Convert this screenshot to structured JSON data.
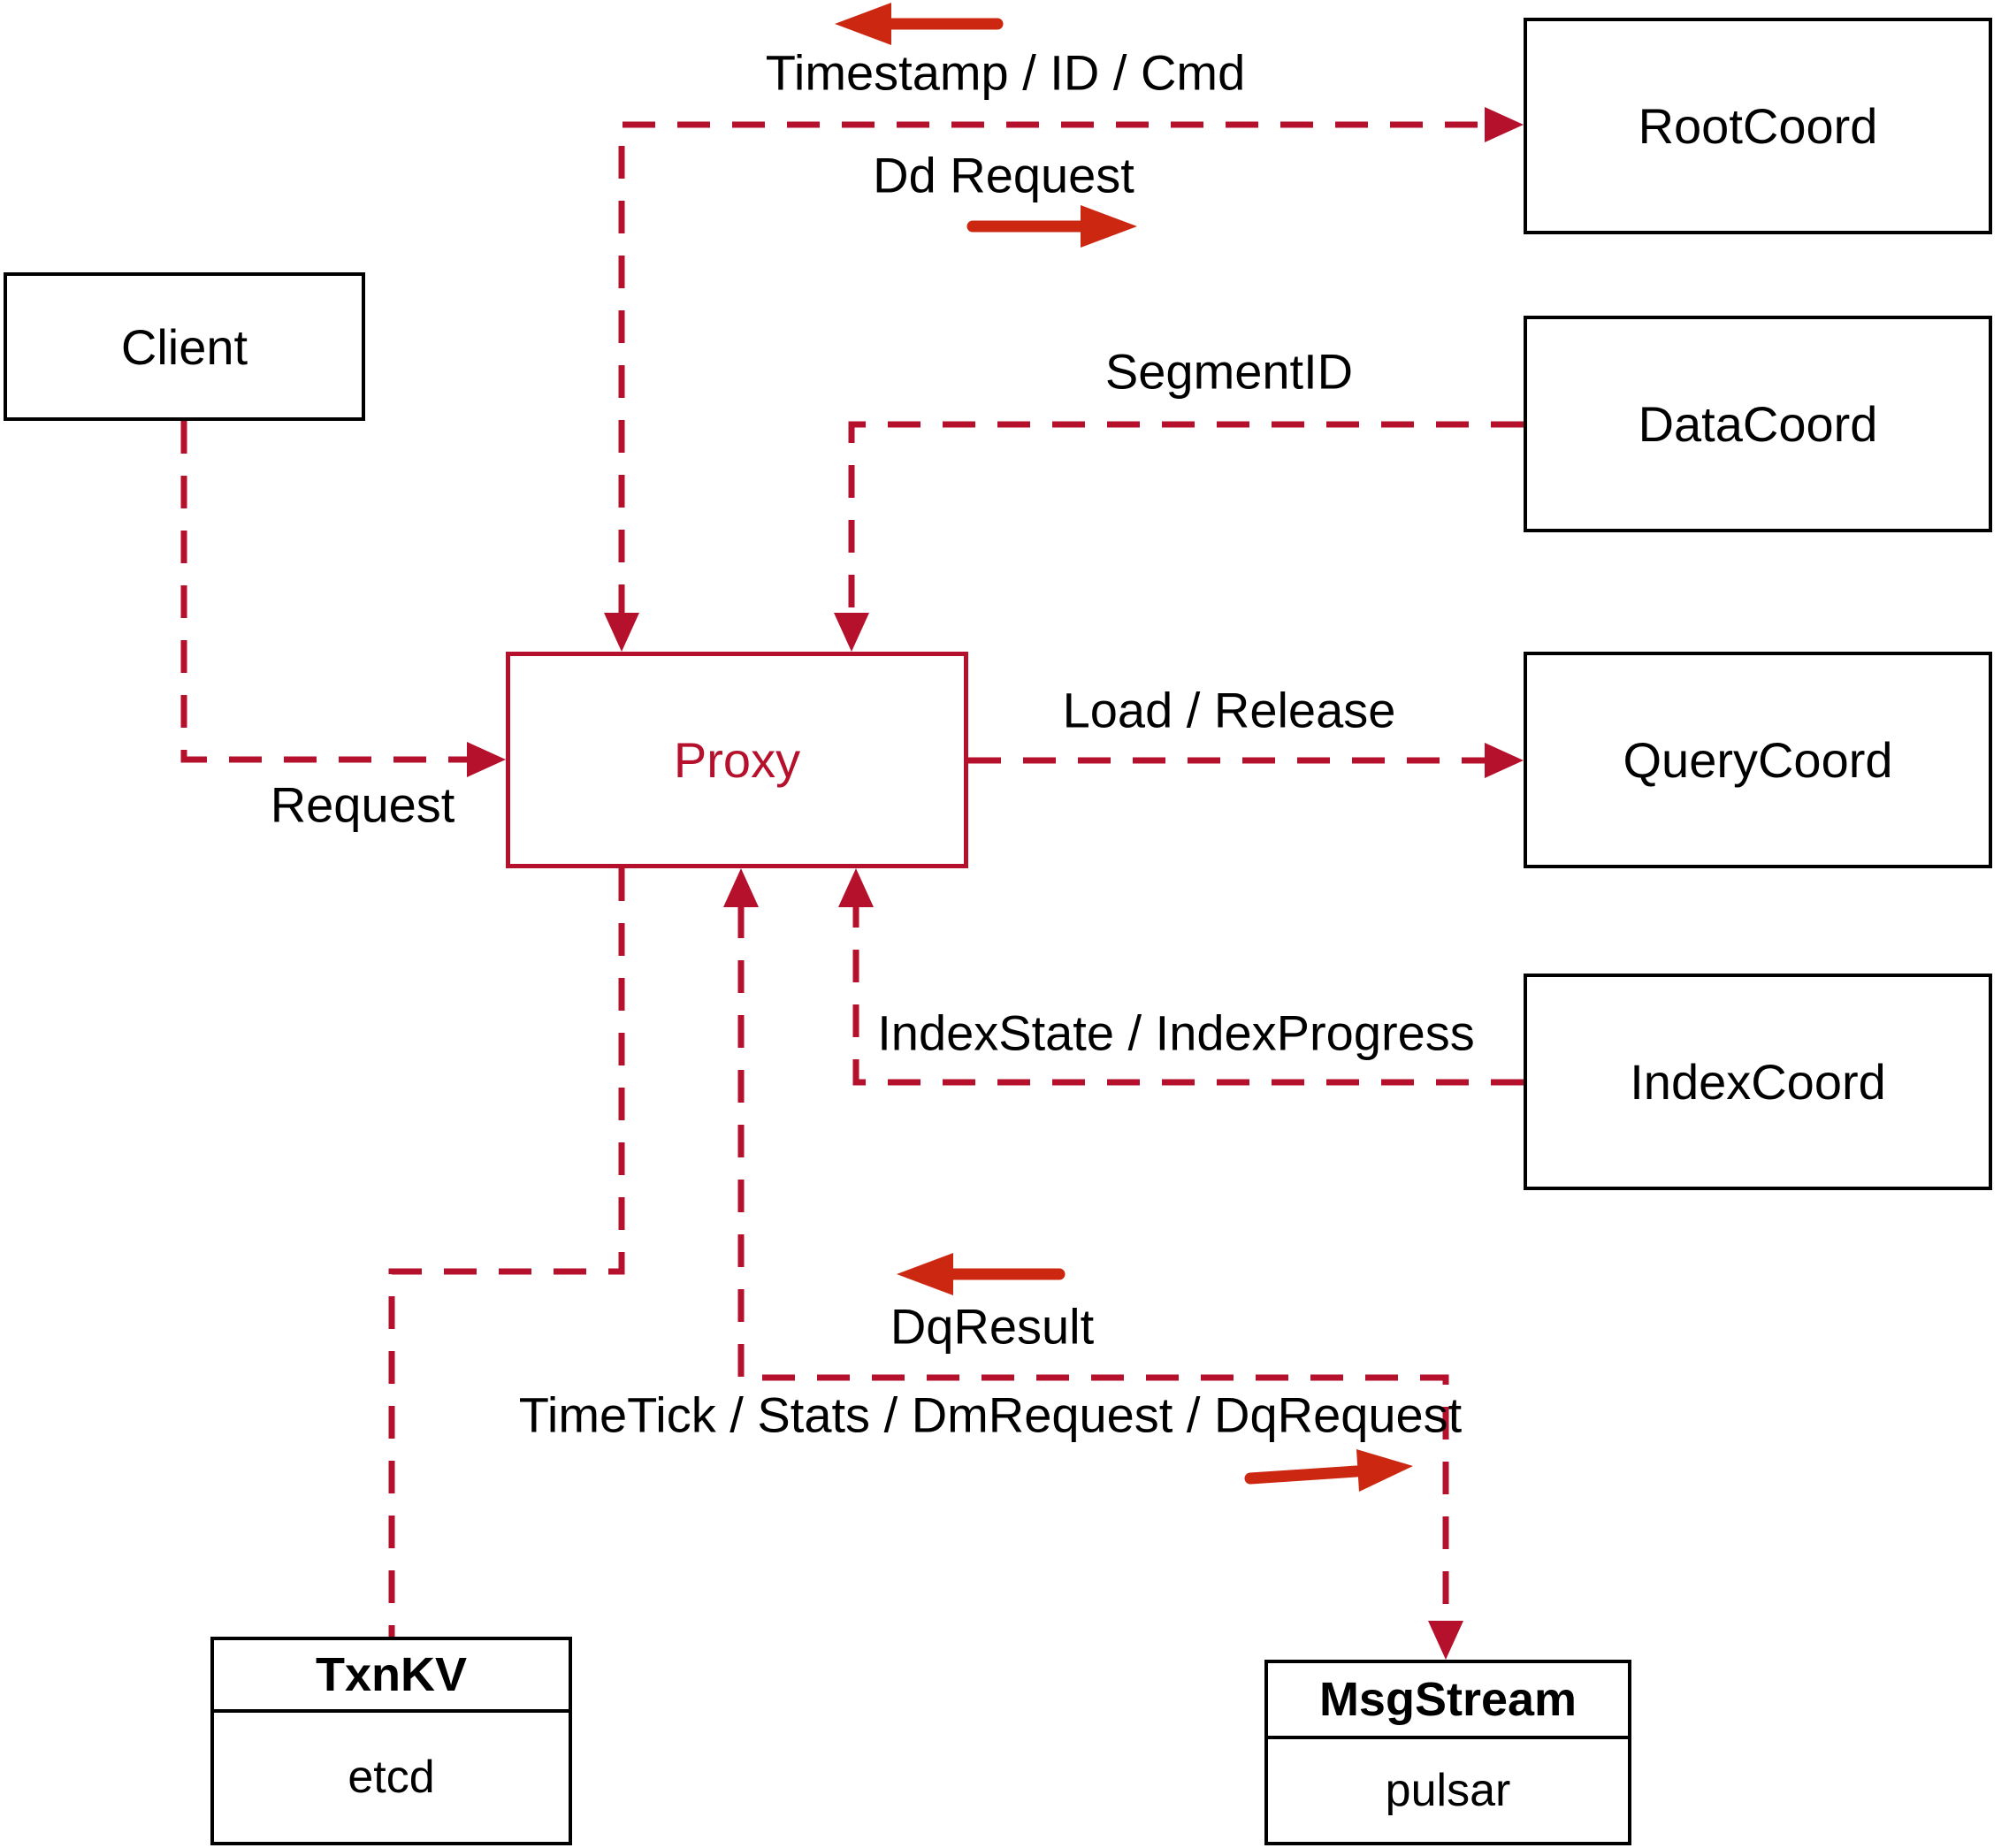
{
  "diagram": {
    "nodes": {
      "client": {
        "label": "Client"
      },
      "proxy": {
        "label": "Proxy"
      },
      "rootcoord": {
        "label": "RootCoord"
      },
      "datacoord": {
        "label": "DataCoord"
      },
      "querycoord": {
        "label": "QueryCoord"
      },
      "indexcoord": {
        "label": "IndexCoord"
      },
      "txnkv": {
        "title": "TxnKV",
        "subtitle": "etcd"
      },
      "msgstream": {
        "title": "MsgStream",
        "subtitle": "pulsar"
      }
    },
    "edge_labels": {
      "timestamp": "Timestamp / ID / Cmd",
      "dd_request": "Dd Request",
      "segment_id": "SegmentID",
      "request": "Request",
      "load_release": "Load / Release",
      "index_state": "IndexState / IndexProgress",
      "dq_result": "DqResult",
      "timetick": "TimeTick / Stats / DmRequest / DqRequest"
    },
    "colors": {
      "dashed_line": "#b5112c",
      "flow_arrow": "#cc2711",
      "box_border": "#000000",
      "text": "#000000",
      "background": "#ffffff"
    }
  }
}
